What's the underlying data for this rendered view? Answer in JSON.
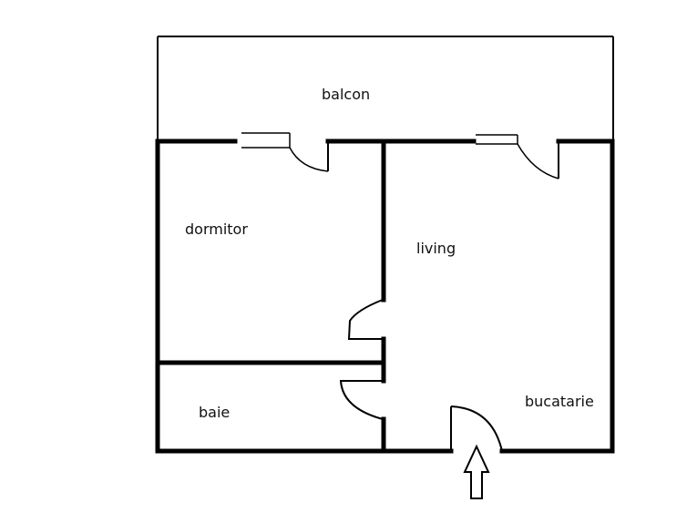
{
  "diagram": {
    "type": "floor-plan",
    "colors": {
      "wall": "#000000",
      "background": "#ffffff",
      "text": "#111111"
    },
    "rooms": [
      {
        "id": "balcon",
        "label": "balcon"
      },
      {
        "id": "dormitor",
        "label": "dormitor"
      },
      {
        "id": "living",
        "label": "living"
      },
      {
        "id": "baie",
        "label": "baie"
      },
      {
        "id": "bucatarie",
        "label": "bucatarie"
      }
    ],
    "entrance": {
      "symbol": "up-arrow"
    }
  }
}
